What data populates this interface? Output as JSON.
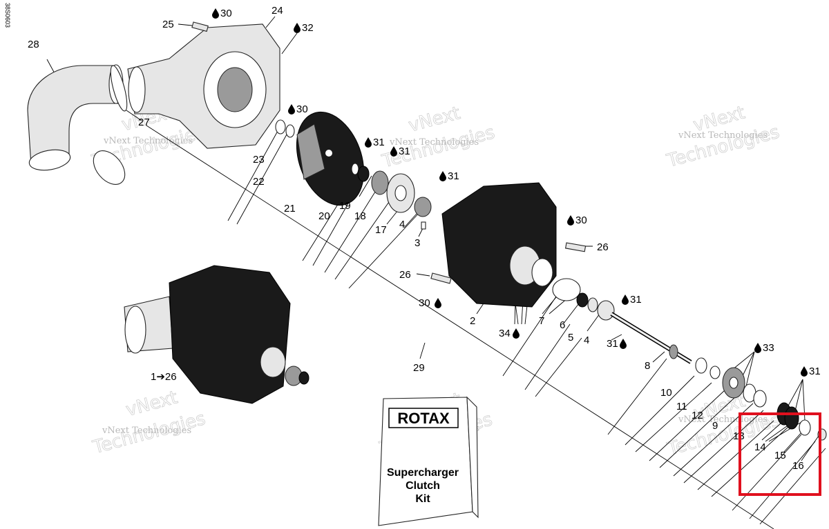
{
  "doc_code": "38S0603",
  "watermark": {
    "line1": "vNext",
    "line2": "Technologies",
    "full": "vNext Technologies"
  },
  "kit": {
    "brand": "ROTAX",
    "line1": "Supercharger",
    "line2": "Clutch",
    "line3": "Kit"
  },
  "highlight_color": "#e0101e",
  "callouts": [
    {
      "id": "c28",
      "text": "28"
    },
    {
      "id": "c25",
      "text": "25"
    },
    {
      "id": "c30a",
      "text": "30"
    },
    {
      "id": "c24",
      "text": "24"
    },
    {
      "id": "c32",
      "text": "32"
    },
    {
      "id": "c27",
      "text": "27"
    },
    {
      "id": "c30b",
      "text": "30"
    },
    {
      "id": "c31a",
      "text": "31"
    },
    {
      "id": "c31b",
      "text": "31"
    },
    {
      "id": "c31c",
      "text": "31"
    },
    {
      "id": "c23",
      "text": "23"
    },
    {
      "id": "c22",
      "text": "22"
    },
    {
      "id": "c21",
      "text": "21"
    },
    {
      "id": "c20",
      "text": "20"
    },
    {
      "id": "c19",
      "text": "19"
    },
    {
      "id": "c18",
      "text": "18"
    },
    {
      "id": "c17",
      "text": "17"
    },
    {
      "id": "c4a",
      "text": "4"
    },
    {
      "id": "c3",
      "text": "3"
    },
    {
      "id": "c30c",
      "text": "30"
    },
    {
      "id": "c26a",
      "text": "26"
    },
    {
      "id": "c26b",
      "text": "26"
    },
    {
      "id": "c30d",
      "text": "30"
    },
    {
      "id": "c31d",
      "text": "31"
    },
    {
      "id": "c2",
      "text": "2"
    },
    {
      "id": "c7",
      "text": "7"
    },
    {
      "id": "c6",
      "text": "6"
    },
    {
      "id": "c5",
      "text": "5"
    },
    {
      "id": "c4b",
      "text": "4"
    },
    {
      "id": "c31e",
      "text": "31"
    },
    {
      "id": "c34",
      "text": "34"
    },
    {
      "id": "c1to26",
      "text": "1➔26"
    },
    {
      "id": "c29",
      "text": "29"
    },
    {
      "id": "c8",
      "text": "8"
    },
    {
      "id": "c33",
      "text": "33"
    },
    {
      "id": "c31f",
      "text": "31"
    },
    {
      "id": "c10",
      "text": "10"
    },
    {
      "id": "c11",
      "text": "11"
    },
    {
      "id": "c12",
      "text": "12"
    },
    {
      "id": "c9",
      "text": "9"
    },
    {
      "id": "c13",
      "text": "13"
    },
    {
      "id": "c14",
      "text": "14"
    },
    {
      "id": "c15",
      "text": "15"
    },
    {
      "id": "c16",
      "text": "16"
    }
  ]
}
